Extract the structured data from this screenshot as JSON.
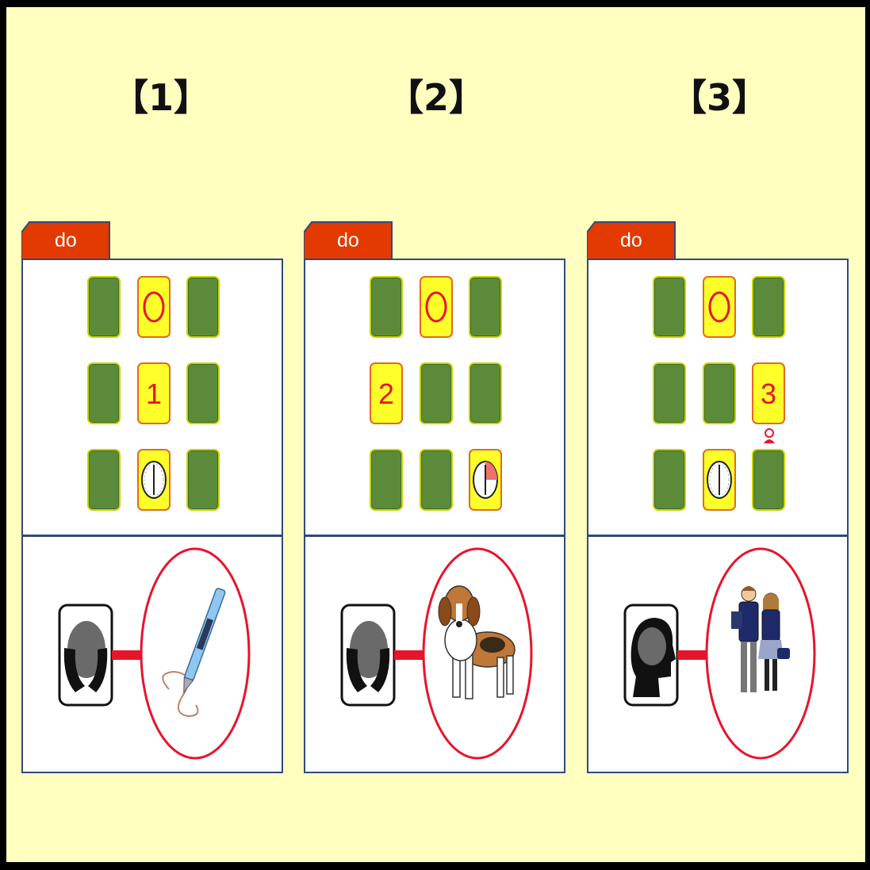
{
  "panels": [
    {
      "heading": "【1】",
      "tab_label": "do",
      "number": "1",
      "memory_icon": "hands-over-head-icon",
      "image": "pen-drawing-icon"
    },
    {
      "heading": "【2】",
      "tab_label": "do",
      "number": "2",
      "memory_icon": "hands-over-head-icon",
      "image": "beagle-dog-icon"
    },
    {
      "heading": "【3】",
      "tab_label": "do",
      "number": "3",
      "memory_icon": "head-silhouette-icon",
      "image": "students-in-uniform-icon"
    }
  ],
  "colors": {
    "background": "#ffffc0",
    "tab": "#e23a00",
    "tile_green": "#5b8b3a",
    "tile_yellow": "#ffff2a",
    "accent_red": "#e8142c"
  }
}
